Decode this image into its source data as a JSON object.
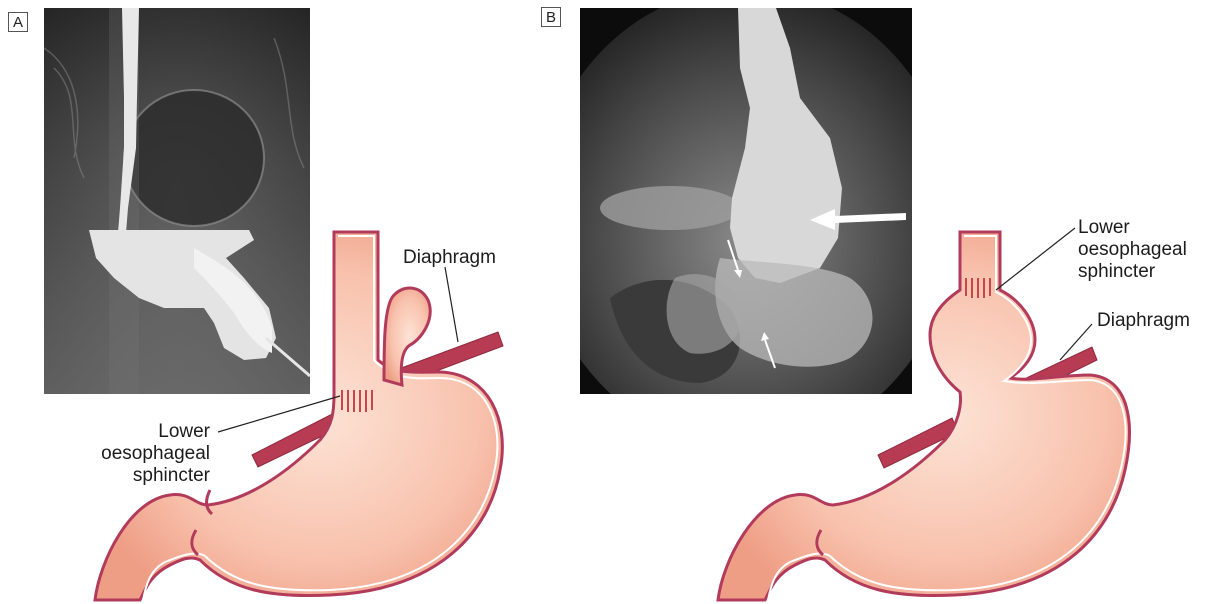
{
  "panels": [
    {
      "id": "A",
      "label": "A",
      "annotations": {
        "diaphragm": "Diaphragm",
        "les_line1": "Lower",
        "les_line2": "oesophageal",
        "les_line3": "sphincter"
      }
    },
    {
      "id": "B",
      "label": "B",
      "annotations": {
        "diaphragm": "Diaphragm",
        "les_line1": "Lower",
        "les_line2": "oesophageal",
        "les_line3": "sphincter"
      }
    }
  ],
  "colors": {
    "stomach_fill": "#f6b8a2",
    "stomach_inner": "#fbd8c8",
    "stomach_outline": "#b23a5a",
    "diaphragm": "#b73b52",
    "sphincter_bands": "#c5474a"
  }
}
